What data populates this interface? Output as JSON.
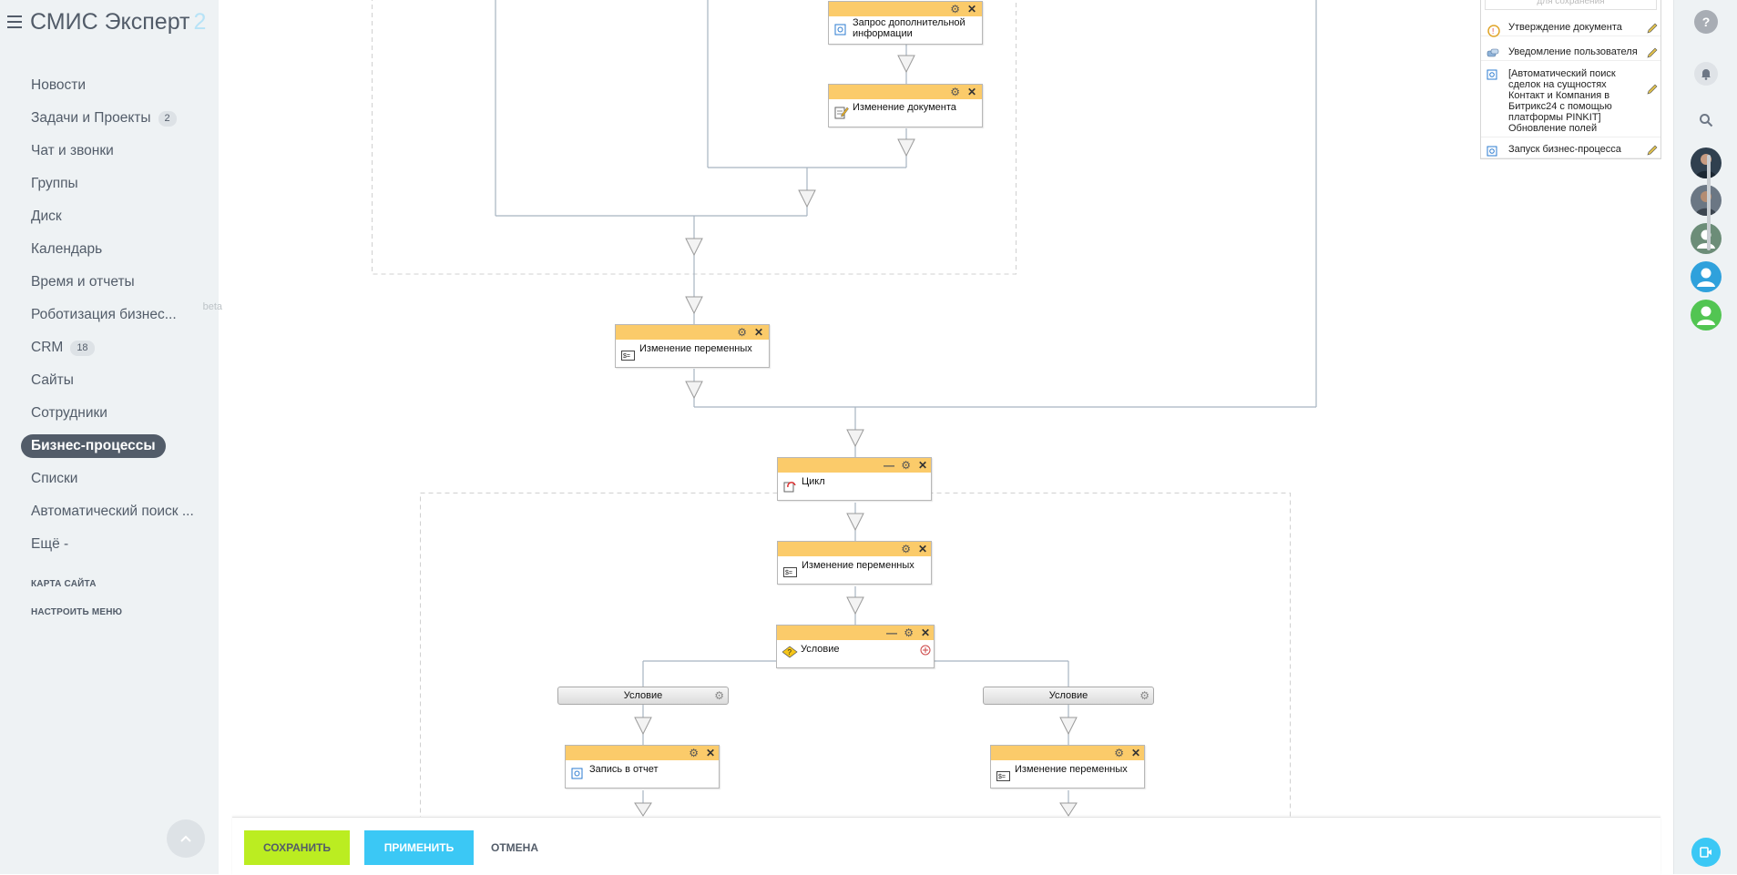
{
  "app": {
    "title": "СМИС Эксперт",
    "title_suffix": "2"
  },
  "sidebar": {
    "items": [
      {
        "label": "Новости",
        "count": ""
      },
      {
        "label": "Задачи и Проекты",
        "count": "2"
      },
      {
        "label": "Чат и звонки",
        "count": ""
      },
      {
        "label": "Группы",
        "count": ""
      },
      {
        "label": "Диск",
        "count": ""
      },
      {
        "label": "Календарь",
        "count": ""
      },
      {
        "label": "Время и отчеты",
        "count": ""
      },
      {
        "label": "Роботизация бизнес...",
        "count": "",
        "badge": "beta"
      },
      {
        "label": "CRM",
        "count": "18"
      },
      {
        "label": "Сайты",
        "count": ""
      },
      {
        "label": "Сотрудники",
        "count": ""
      },
      {
        "label": "Бизнес-процессы",
        "count": "",
        "active": true
      },
      {
        "label": "Списки",
        "count": ""
      },
      {
        "label": "Автоматический поиск ...",
        "count": ""
      },
      {
        "label": "Ещё -",
        "count": ""
      }
    ],
    "site_map": "КАРТА САЙТА",
    "configure_menu": "НАСТРОИТЬ МЕНЮ"
  },
  "activity_panel": {
    "top_text": "для сохранения",
    "items": [
      {
        "label": "Утверждение документа",
        "icon": "approve-icon"
      },
      {
        "label": "Уведомление пользователя",
        "icon": "notify-icon"
      },
      {
        "label": "[Автоматический поиск сделок на сущностях Контакт и Компания в Битрикс24 с помощью платформы PINKIT] Обновление полей",
        "icon": "app-icon"
      },
      {
        "label": "Запуск бизнес-процесса",
        "icon": "app-icon"
      }
    ]
  },
  "designer": {
    "activities": {
      "request_info": "Запрос дополнительной информации",
      "doc_change": "Изменение документа",
      "var_change_1": "Изменение переменных",
      "loop": "Цикл",
      "var_change_2": "Изменение переменных",
      "condition": "Условие",
      "branch_left": "Условие",
      "branch_right": "Условие",
      "log_record": "Запись в отчет",
      "var_change_3": "Изменение переменных"
    }
  },
  "footer": {
    "save": "СОХРАНИТЬ",
    "apply": "ПРИМЕНИТЬ",
    "cancel": "ОТМЕНА"
  },
  "colors": {
    "activity_header": "#fbcb6a",
    "save_button": "#bbed21",
    "apply_button": "#3bc8f5",
    "sidebar_bg": "#eef2f4"
  }
}
